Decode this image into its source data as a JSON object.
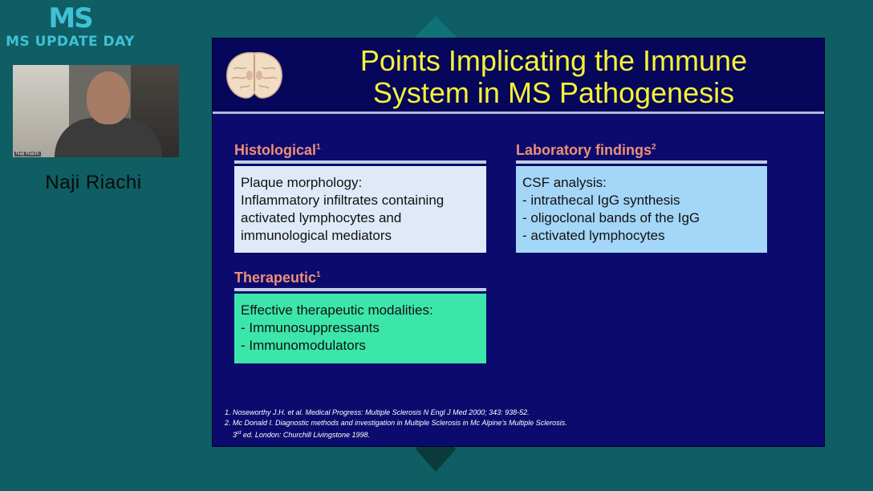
{
  "branding": {
    "logo_mark": "MS",
    "logo_text": "MS UPDATE DAY",
    "color": "#3fc1d6"
  },
  "webcam": {
    "name_tag": "Naji Riachi",
    "speaker_name": "Naji Riachi"
  },
  "slide": {
    "title_line1": "Points Implicating the Immune",
    "title_line2": "System in MS Pathogenesis",
    "title_color": "#f5f238",
    "icon": "brain-slice-icon",
    "sections": {
      "histological": {
        "heading": "Histological",
        "sup": "1",
        "body": "Plaque morphology:\n Inflammatory infiltrates containing\nactivated lymphocytes and\nimmunological mediators"
      },
      "laboratory": {
        "heading": "Laboratory findings",
        "sup": "2",
        "body": "CSF analysis:\n- intrathecal IgG synthesis\n- oligoclonal bands of the IgG\n- activated lymphocytes"
      },
      "therapeutic": {
        "heading": "Therapeutic",
        "sup": "1",
        "body": "Effective therapeutic modalities:\n- Immunosuppressants\n- Immunomodulators"
      }
    },
    "references": {
      "ref1": "1. Noseworthy J.H. et al. Medical Progress: Multiple Sclerosis N Engl J Med 2000; 343: 938-52.",
      "ref2": "2. Mc Donald I. Diagnostic methods and investigation in Multiple Sclerosis in Mc Alpine’s Multiple Sclerosis.",
      "ref2_cont_num": "3",
      "ref2_cont_sup": "rd",
      "ref2_cont_rest": " ed. London: Churchill Livingstone 1998."
    }
  }
}
